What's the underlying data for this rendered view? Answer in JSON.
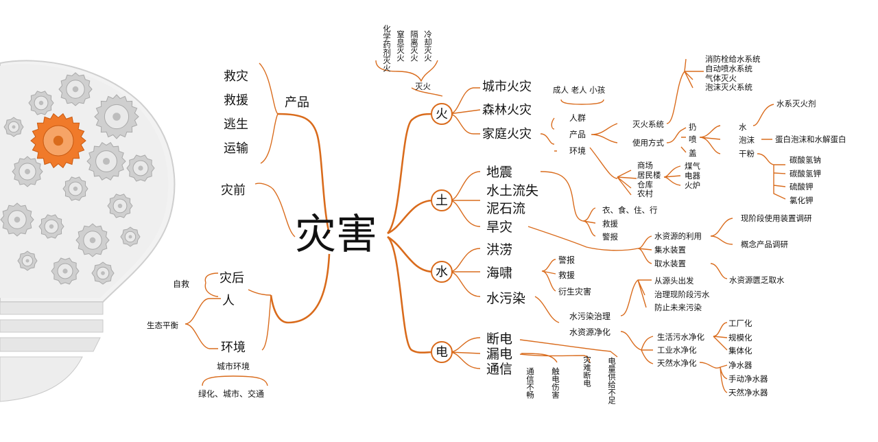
{
  "colors": {
    "accent": "#d96b1c",
    "gear_highlight": "#f07a2a",
    "bulb": "#f1f1f1"
  },
  "icons": {
    "bulb": "light-bulb-with-gears-icon"
  },
  "center": "灾害",
  "left": {
    "product": "产品",
    "product_items": [
      "救灾",
      "救援",
      "逃生",
      "运输"
    ],
    "before": "灾前",
    "after": "灾后",
    "self_rescue": "自救",
    "person": "人",
    "eco": "生态平衡",
    "environment": "环境",
    "city_env": "城市环境",
    "city_env_items": "绿化、城市、交通"
  },
  "fire": {
    "root": "火",
    "top_label": "灭火",
    "methods": [
      "冷却灭火",
      "隔离灭火",
      "窒息灭火",
      "化学药剂灭火"
    ],
    "types": [
      "城市火灾",
      "森林火灾",
      "家庭火灾"
    ],
    "crowd_label": "成人  老人  小孩",
    "factors": [
      "人群",
      "产品",
      "环境"
    ],
    "system": "灭火系统",
    "usage": "使用方式",
    "systems": [
      "消防栓给水系统",
      "自动喷水系统",
      "气体灭火",
      "泡沫灭火系统"
    ],
    "actions": [
      "扔",
      "喷",
      "盖"
    ],
    "agents": [
      "水",
      "泡沫",
      "干粉"
    ],
    "water_agent": "水系灭火剂",
    "foam_agent": "蛋白泡沫和水解蛋白",
    "powders": [
      "碳酸氢钠",
      "碳酸氢钾",
      "硫酸钾",
      "氯化钾"
    ],
    "places": [
      "商场",
      "居民楼",
      "仓库",
      "农村"
    ],
    "sources": [
      "煤气",
      "电器",
      "火炉"
    ]
  },
  "earth": {
    "root": "土",
    "types": [
      "地震",
      "水土流失",
      "泥石流",
      "旱灾"
    ],
    "needs": [
      "衣、食、住、行",
      "救援",
      "警报"
    ]
  },
  "water": {
    "root": "水",
    "types": [
      "洪涝",
      "海啸",
      "水污染"
    ],
    "responses": [
      "警报",
      "救援",
      "衍生灾害"
    ],
    "drought_items": [
      "水资源的利用",
      "集水装置",
      "取水装置"
    ],
    "research": [
      "现阶段使用装置调研",
      "概念产品调研"
    ],
    "scarcity": "水资源匮乏取水",
    "pollution": [
      "水污染治理",
      "水资源净化"
    ],
    "treatment": [
      "从源头出发",
      "治理现阶段污水",
      "防止未来污染"
    ],
    "purify": [
      "生活污水净化",
      "工业水净化",
      "天然水净化"
    ],
    "scale": [
      "工厂化",
      "规模化",
      "集体化"
    ],
    "devices": [
      "净水器",
      "手动净水器",
      "天然净水器"
    ]
  },
  "electric": {
    "root": "电",
    "types": [
      "断电",
      "漏电",
      "通信"
    ],
    "effects": [
      "通信不畅",
      "触电伤害",
      "灾难断电",
      "电量供给不足"
    ]
  }
}
